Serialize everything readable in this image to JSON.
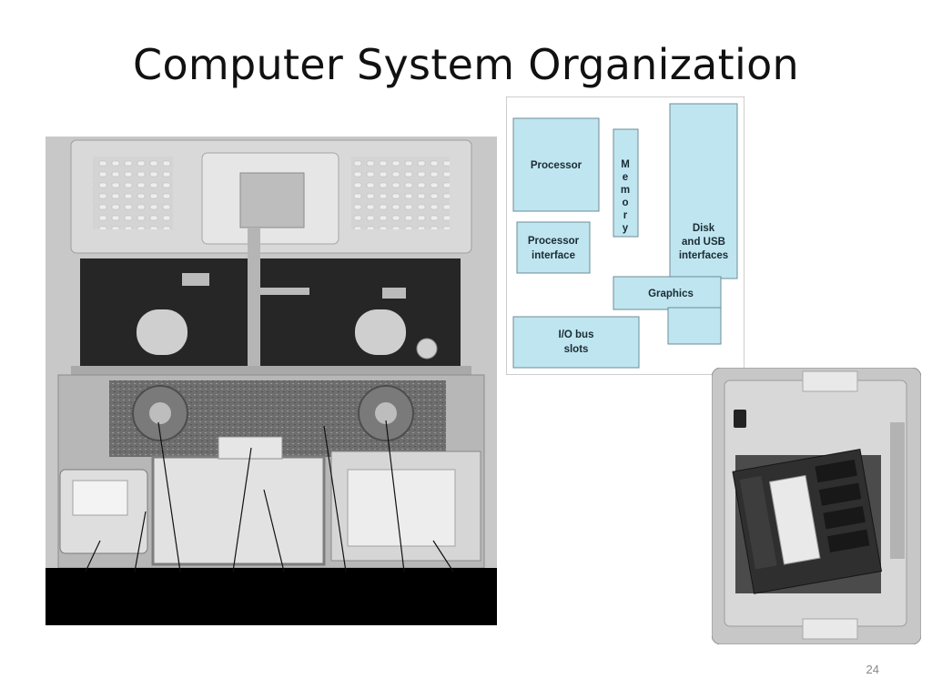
{
  "slide": {
    "title": "Computer System Organization",
    "page_number": "24"
  },
  "diagram": {
    "fill_color": "#bfe6f0",
    "stroke_color": "#6c8c96",
    "blocks": {
      "processor": "Processor",
      "memory_letters": [
        "M",
        "e",
        "m",
        "o",
        "r",
        "y"
      ],
      "processor_interface_line1": "Processor",
      "processor_interface_line2": "interface",
      "disk_line1": "Disk",
      "disk_line2": "and USB",
      "disk_line3": "interfaces",
      "graphics": "Graphics",
      "io_line1": "I/O bus",
      "io_line2": "slots"
    }
  }
}
